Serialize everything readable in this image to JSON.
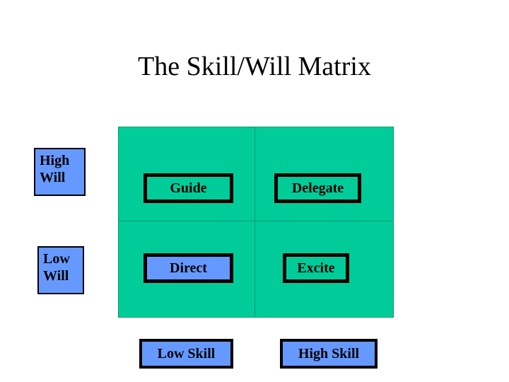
{
  "title": "The Skill/Will Matrix",
  "quadrants": {
    "top_left": "Guide",
    "top_right": "Delegate",
    "bottom_left": "Direct",
    "bottom_right": "Excite"
  },
  "y_labels": {
    "high_line1": "High",
    "high_line2": "Will",
    "low_line1": "Low",
    "low_line2": "Will"
  },
  "x_labels": {
    "low": "Low Skill",
    "high": "High Skill"
  },
  "colors": {
    "matrix": "#00cc99",
    "label_box": "#6699ff"
  }
}
